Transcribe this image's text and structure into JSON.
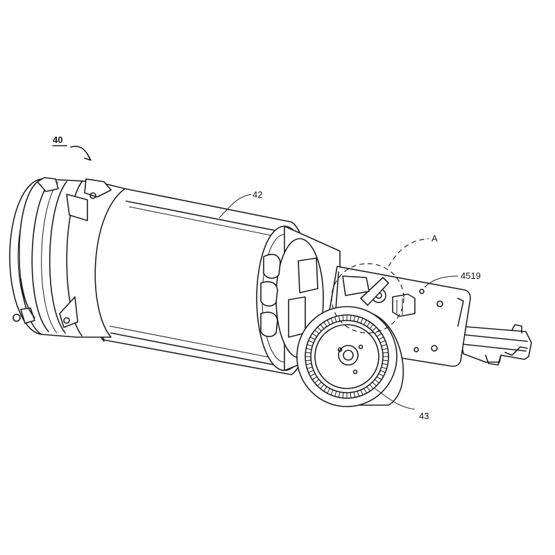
{
  "labels": {
    "assembly": "40",
    "housing": "42",
    "gear": "43",
    "detail": "A",
    "board": "4519"
  }
}
